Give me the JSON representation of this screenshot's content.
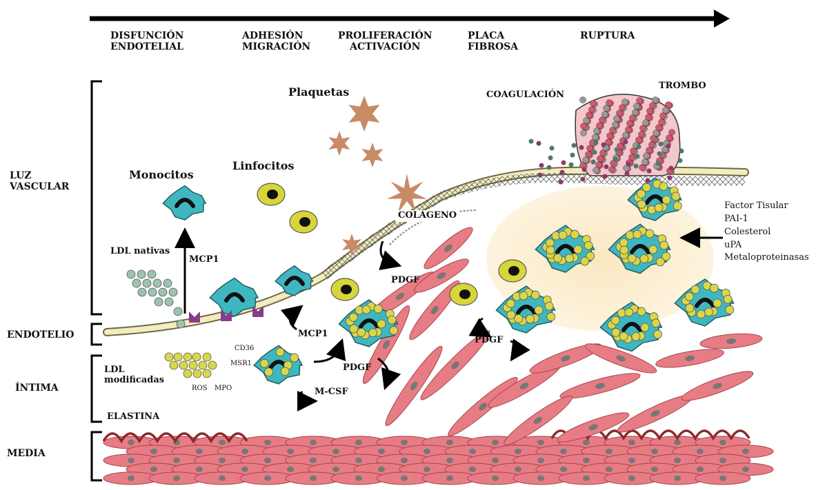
{
  "stages": [
    "DISFUNCIÓN\nENDOTELIAL",
    "ADHESIÓN\nMIGRACIÓN",
    "PROLIFERACIÓN\nACTIVACIÓN",
    "PLACA\nFIBROSA",
    "RUPTURA"
  ],
  "layers": {
    "luz": "LUZ\nVASCULAR",
    "endotelio": "ENDOTELIO",
    "intima": "ÍNTIMA",
    "media": "MEDIA"
  },
  "labels": {
    "monocitos": "Monocitos",
    "linfocitos": "Linfocitos",
    "plaquetas": "Plaquetas",
    "coagulacion": "COAGULACIÓN",
    "trombo": "TROMBO",
    "ldl_nativas": "LDL nativas",
    "mcp1_up": "MCP1",
    "mcp1": "MCP1",
    "pdgf_top": "PDGF",
    "pdgf_mid": "PDGF",
    "pdgf_right": "PDGF",
    "mcsf": "M-CSF",
    "colageno": "COLÁGENO",
    "ldl_modificadas": "LDL\nmodificadas",
    "elastina": "ELASTINA",
    "cd36": "CD36",
    "msr1": "MSR1",
    "ros": "ROS",
    "mpo": "MPO"
  },
  "factors": [
    "Factor Tisular",
    "PAI-1",
    "Colesterol",
    "uPA",
    "Metaloproteinasas"
  ],
  "colors": {
    "monocyte": "#3fb7c0",
    "foam_lipid": "#d9d64a",
    "smc": "#e87c84",
    "platelet": "#c98a66",
    "lymphocyte": "#d6d63a",
    "core": "#fbeed0",
    "thrombus": "#d05a6a"
  }
}
